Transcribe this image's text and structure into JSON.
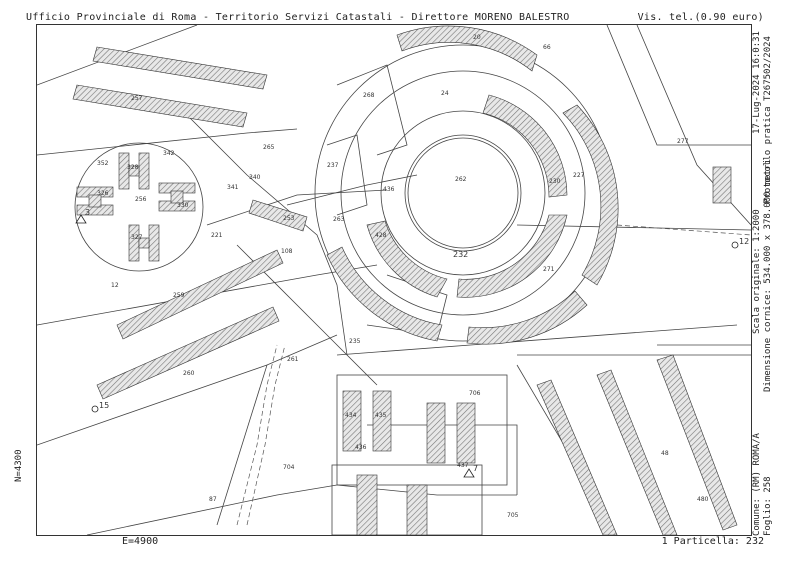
{
  "header": {
    "left": "Ufficio Provinciale di Roma - Territorio Servizi Catastali - Direttore MORENO BALESTRO",
    "right": "Vis. tel.(0.90 euro)"
  },
  "footer": {
    "coord_e": "E=4900",
    "particelle": "1 Particella: 232"
  },
  "coord_n": "N=4300",
  "side_info": {
    "date": "17-Lug-2024 16:0:31",
    "protocol": "Protocollo pratica T267502/2024",
    "scale": "Scala originale: 1:2000",
    "dimensions": "Dimensione cornice: 534.000 x 378.000 metri",
    "comune": "Comune: (RM) ROMA/A",
    "foglio": "Foglio: 258"
  },
  "parcels": {
    "p232": "232",
    "p262": "262",
    "p230": "230",
    "p271": "271",
    "p265": "265",
    "p268": "268",
    "p237": "237",
    "p263": "263",
    "p235": "235",
    "p108": "108",
    "p256": "256",
    "p257": "257",
    "p221": "221",
    "p12": "12",
    "p259": "259",
    "p260": "260",
    "p261": "261",
    "p253": "253",
    "p277": "277",
    "p706": "706",
    "p704": "704",
    "p705": "705",
    "p434": "434",
    "p435": "435",
    "p436": "436",
    "p437": "437",
    "p48": "48",
    "p480": "480",
    "p87": "87",
    "p227": "227",
    "p436b": "436",
    "p428": "428",
    "p24": "24",
    "p20": "20",
    "p66": "66",
    "p340": "340",
    "p341": "341",
    "p342": "342",
    "p352": "352",
    "p326": "326",
    "p327": "327",
    "p328": "328",
    "p330": "330"
  },
  "points": {
    "pt3": "3",
    "pt7": "7",
    "pt15": "15",
    "pt12": "12"
  }
}
